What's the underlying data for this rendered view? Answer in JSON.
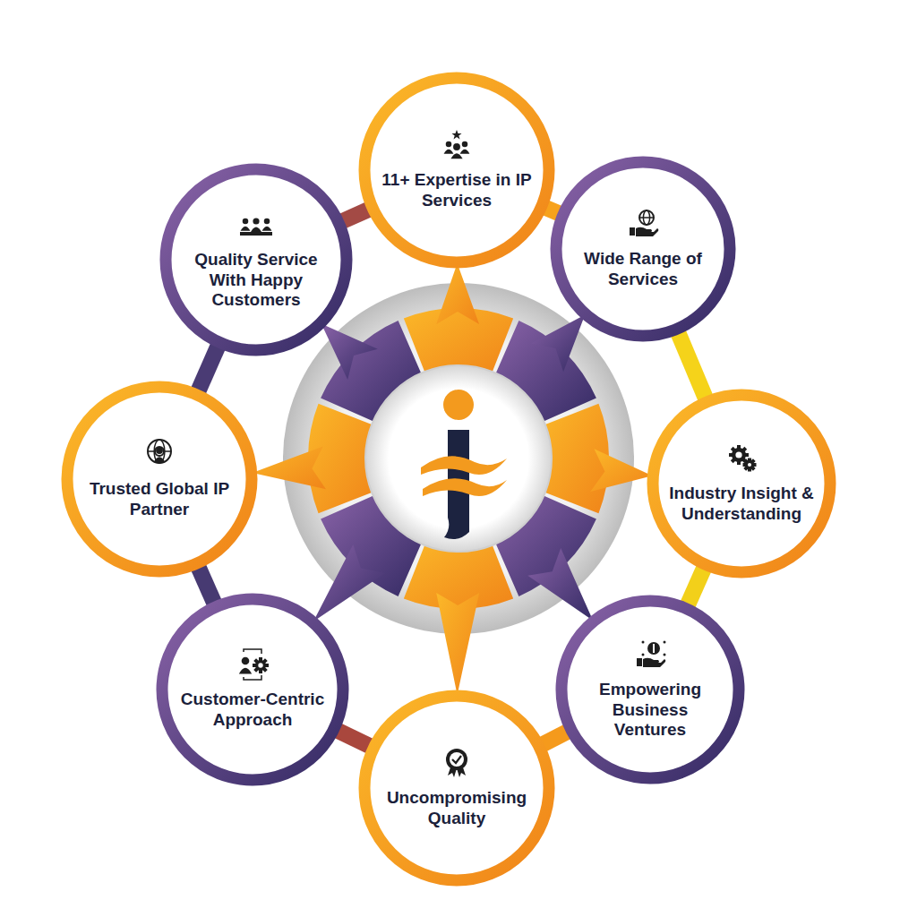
{
  "diagram": {
    "nodes": [
      {
        "text": [
          "11+ Expertise in IP Services"
        ]
      },
      {
        "text": [
          "Wide Range of Services"
        ]
      },
      {
        "text": [
          "Industry Insight & Understanding"
        ]
      },
      {
        "text": [
          "Empowering Business Ventures"
        ]
      },
      {
        "text": [
          "Uncompromising Quality"
        ]
      },
      {
        "text": [
          "Customer-Centric Approach"
        ]
      },
      {
        "text": [
          "Trusted Global IP Partner"
        ]
      },
      {
        "text": [
          "Quality Service With Happy Customers"
        ]
      }
    ],
    "edges": [
      {
        "from": 0,
        "to": 1,
        "arrow": "none"
      },
      {
        "from": 1,
        "to": 2,
        "arrow": "none"
      },
      {
        "from": 2,
        "to": 3,
        "arrow": "none"
      },
      {
        "from": 3,
        "to": 4,
        "arrow": "none"
      },
      {
        "from": 4,
        "to": 5,
        "arrow": "none"
      },
      {
        "from": 5,
        "to": 6,
        "arrow": "none"
      },
      {
        "from": 6,
        "to": 7,
        "arrow": "none"
      },
      {
        "from": 7,
        "to": 0,
        "arrow": "none"
      }
    ]
  }
}
